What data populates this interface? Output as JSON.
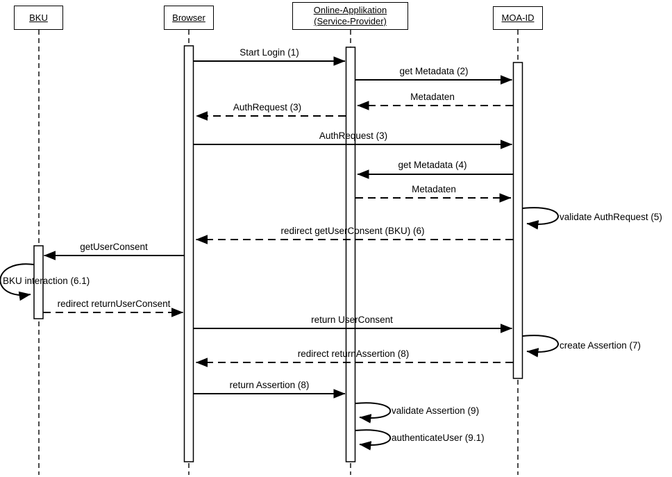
{
  "diagram_type": "uml-sequence-diagram",
  "colors": {
    "line": "#000000",
    "background": "#ffffff",
    "box_fill": "#ffffff"
  },
  "actors": [
    {
      "id": "bku",
      "label": "BKU"
    },
    {
      "id": "browser",
      "label": "Browser"
    },
    {
      "id": "online_app",
      "label": "Online-Applikation (Service-Provider)"
    },
    {
      "id": "moa_id",
      "label": "MOA-ID"
    }
  ],
  "messages": [
    {
      "label": "Start Login (1)",
      "from": "Browser",
      "to": "Online-Applikation (Service-Provider)",
      "type": "solid-call"
    },
    {
      "label": "get Metadata (2)",
      "from": "Online-Applikation (Service-Provider)",
      "to": "MOA-ID",
      "type": "solid-call"
    },
    {
      "label": "Metadaten",
      "from": "MOA-ID",
      "to": "Online-Applikation (Service-Provider)",
      "type": "dashed-return"
    },
    {
      "label": "AuthRequest (3)",
      "from": "Online-Applikation (Service-Provider)",
      "to": "Browser",
      "type": "dashed-return"
    },
    {
      "label": "AuthRequest (3)",
      "from": "Browser",
      "to": "MOA-ID",
      "type": "solid-call"
    },
    {
      "label": "get Metadata (4)",
      "from": "MOA-ID",
      "to": "Online-Applikation (Service-Provider)",
      "type": "solid-call"
    },
    {
      "label": "Metadaten",
      "from": "Online-Applikation (Service-Provider)",
      "to": "MOA-ID",
      "type": "dashed-return"
    },
    {
      "label": "validate AuthRequest (5)",
      "from": "MOA-ID",
      "to": "MOA-ID",
      "type": "self-call"
    },
    {
      "label": "redirect getUserConsent (BKU) (6)",
      "from": "MOA-ID",
      "to": "Browser",
      "type": "dashed-return"
    },
    {
      "label": "getUserConsent",
      "from": "Browser",
      "to": "BKU",
      "type": "solid-call"
    },
    {
      "label": "BKU interaction (6.1)",
      "from": "BKU",
      "to": "BKU",
      "type": "self-call"
    },
    {
      "label": "redirect returnUserConsent",
      "from": "BKU",
      "to": "Browser",
      "type": "dashed-return"
    },
    {
      "label": "return UserConsent",
      "from": "Browser",
      "to": "MOA-ID",
      "type": "solid-call"
    },
    {
      "label": "create Assertion (7)",
      "from": "MOA-ID",
      "to": "MOA-ID",
      "type": "self-call"
    },
    {
      "label": "redirect returnAssertion (8)",
      "from": "MOA-ID",
      "to": "Browser",
      "type": "dashed-return"
    },
    {
      "label": "return Assertion (8)",
      "from": "Browser",
      "to": "Online-Applikation (Service-Provider)",
      "type": "solid-call"
    },
    {
      "label": "validate Assertion (9)",
      "from": "Online-Applikation (Service-Provider)",
      "to": "Online-Applikation (Service-Provider)",
      "type": "self-call"
    },
    {
      "label": "authenticateUser (9.1)",
      "from": "Online-Applikation (Service-Provider)",
      "to": "Online-Applikation (Service-Provider)",
      "type": "self-call"
    }
  ]
}
